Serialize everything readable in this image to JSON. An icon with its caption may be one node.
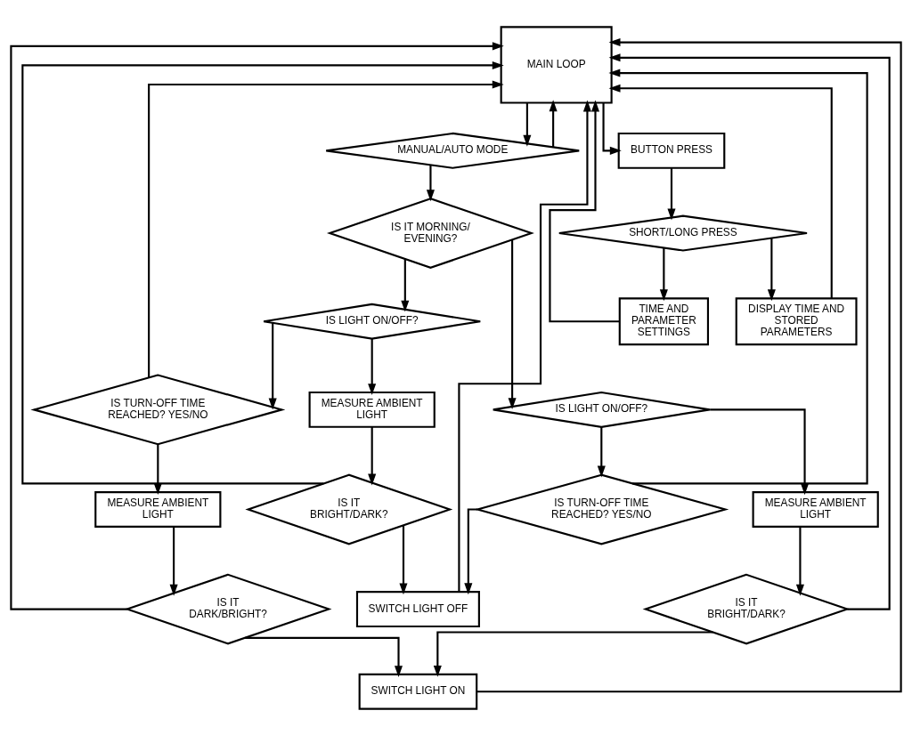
{
  "diagram": {
    "nodes": [
      {
        "text": [
          "MAIN LOOP"
        ]
      },
      {
        "text": [
          "BUTTON PRESS"
        ]
      },
      {
        "text": [
          "MANUAL/AUTO MODE"
        ]
      },
      {
        "text": [
          "SHORT/LONG PRESS"
        ]
      },
      {
        "text": [
          "IS IT MORNING/ EVENING?"
        ]
      },
      {
        "text": [
          "DISPLAY TIME AND STORED PARAMETERS"
        ]
      },
      {
        "text": [
          "TIME AND PARAMETER SETTINGS"
        ]
      },
      {
        "text": [
          "IS LIGHT ON/OFF?"
        ]
      },
      {
        "text": [
          "IS LIGHT ON/OFF?"
        ]
      },
      {
        "text": [
          "IS TURN-OFF TIME REACHED? YES/NO"
        ]
      },
      {
        "text": [
          "MEASURE AMBIENT LIGHT"
        ]
      },
      {
        "text": [
          "IS TURN-OFF TIME REACHED? YES/NO"
        ]
      },
      {
        "text": [
          "IS IT BRIGHT/DARK?"
        ]
      },
      {
        "text": [
          "MEASURE AMBIENT LIGHT"
        ]
      },
      {
        "text": [
          "MEASURE AMBIENT LIGHT"
        ]
      },
      {
        "text": [
          "IS IT BRIGHT/DARK?"
        ]
      },
      {
        "text": [
          "SWITCH LIGHT OFF"
        ]
      },
      {
        "text": [
          "SWITCH LIGHT ON"
        ]
      },
      {
        "text": [
          "IS IT DARK/BRIGHT?"
        ]
      }
    ],
    "edges": [
      {
        "from": 0,
        "to": 1,
        "arrow": "to"
      },
      {
        "from": 1,
        "to": 3,
        "arrow": "to"
      },
      {
        "from": 3,
        "to": 5,
        "arrow": "to"
      },
      {
        "from": 3,
        "to": 6,
        "arrow": "to"
      },
      {
        "from": 5,
        "to": 0,
        "arrow": "to"
      },
      {
        "from": 6,
        "to": 0,
        "arrow": "to"
      },
      {
        "from": 0,
        "to": 2,
        "arrow": "to"
      },
      {
        "from": 2,
        "to": 0,
        "arrow": "to"
      },
      {
        "from": 2,
        "to": 4,
        "arrow": "to"
      },
      {
        "from": 4,
        "to": 7,
        "arrow": "to"
      },
      {
        "from": 4,
        "to": 8,
        "arrow": "to"
      },
      {
        "from": 7,
        "to": 9,
        "arrow": "to"
      },
      {
        "from": 7,
        "to": 10,
        "arrow": "to"
      },
      {
        "from": 9,
        "to": 16,
        "arrow": "to"
      },
      {
        "from": 9,
        "to": 0,
        "arrow": "to"
      },
      {
        "from": 10,
        "to": 12,
        "arrow": "to"
      },
      {
        "from": 12,
        "to": 0,
        "arrow": "to"
      },
      {
        "from": 12,
        "to": 17,
        "arrow": "to"
      },
      {
        "from": 8,
        "to": 13,
        "arrow": "to"
      },
      {
        "from": 8,
        "to": 11,
        "arrow": "to"
      },
      {
        "from": 11,
        "to": 0,
        "arrow": "to"
      },
      {
        "from": 11,
        "to": 14,
        "arrow": "to"
      },
      {
        "from": 13,
        "to": 15,
        "arrow": "to"
      },
      {
        "from": 15,
        "to": 16,
        "arrow": "to"
      },
      {
        "from": 15,
        "to": 0,
        "arrow": "to"
      },
      {
        "from": 14,
        "to": 18,
        "arrow": "to"
      },
      {
        "from": 18,
        "to": 17,
        "arrow": "to"
      },
      {
        "from": 18,
        "to": 0,
        "arrow": "to"
      },
      {
        "from": 16,
        "to": 0,
        "arrow": "to"
      },
      {
        "from": 17,
        "to": 0,
        "arrow": "to"
      }
    ]
  }
}
